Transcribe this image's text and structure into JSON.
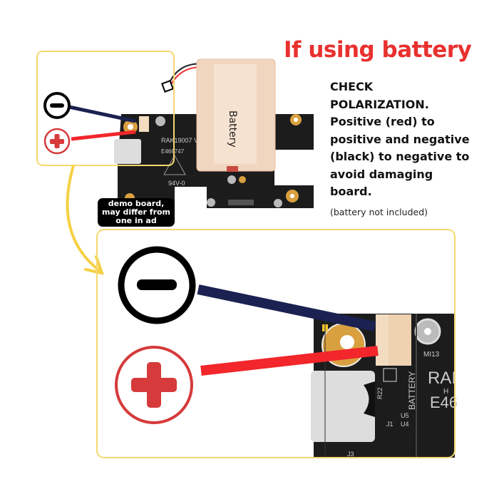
{
  "heading": "If using battery",
  "instructions": "CHECK POLARIZATION. Positive (red) to positive and negative (black) to negative to avoid damaging board.",
  "note": "(battery not included)",
  "demo_label": "demo board, may differ from one in ad",
  "battery_label": "Battery",
  "board": {
    "model": "RAK19007 V",
    "code": "E466747",
    "rating": "94V-0",
    "connector_label": "BATTERY",
    "silk_labels": [
      "MI13",
      "RAI",
      "H",
      "E46",
      "R22",
      "U5",
      "U4",
      "J1",
      "J3"
    ]
  },
  "colors": {
    "accent_red": "#e8312f",
    "frame_yellow": "#f5d76e",
    "negative_wire": "#1b2150",
    "positive_wire": "#f2262b",
    "board": "#1c1c1c"
  }
}
